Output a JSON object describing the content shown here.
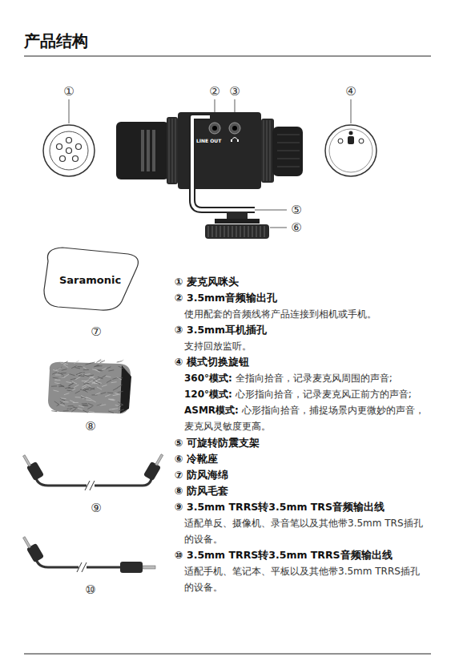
{
  "diagram": {
    "title": "产品结构",
    "labels": [
      "①",
      "②",
      "③",
      "④",
      "⑤",
      "⑥",
      "⑦",
      "⑧",
      "⑨",
      "⑩",
      "LINE OUT",
      "Saramonic",
      "① 麦克风咪头",
      "② 3.5mm音频输出孔",
      "使用配套的音频线将产品连接到相机或手机。",
      "③ 3.5mm耳机插孔",
      "支持回放监听。",
      "④ 模式切换旋钮",
      "360°模式:",
      "全指向拾音，记录麦克风周围的声音;",
      "120°模式:",
      "心形指向拾音，记录麦克风正前方的声音;",
      "ASMR模式:",
      "心形指向拾音，捕捉场景内更微妙的声音，麦克风灵敏度更高。",
      "⑤ 可旋转防震支架",
      "⑥ 冷靴座",
      "⑦ 防风海绵",
      "⑧ 防风毛套",
      "⑨ 3.5mm TRRS转3.5mm TRS音频输出线",
      "适配单反、摄像机、录音笔以及其他带3.5mm TRS插孔的设备。",
      "⑩ 3.5mm TRRS转3.5mm TRRS音频输出线",
      "适配手机、笔记本、平板以及其他带3.5mm TRRS插孔的设备。"
    ]
  }
}
